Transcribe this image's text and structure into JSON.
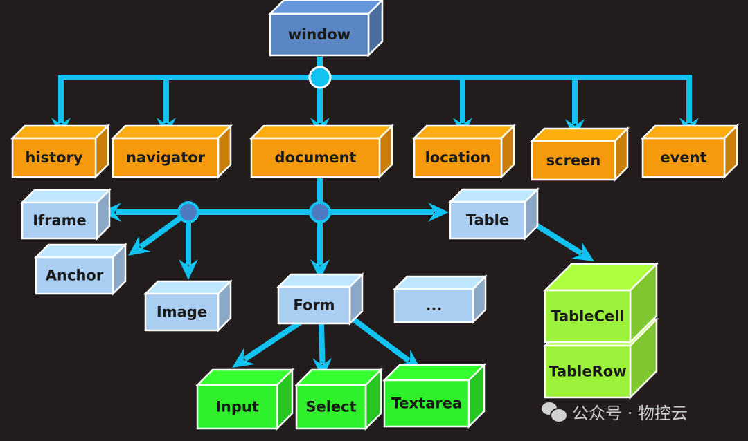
{
  "title": "BOM object hierarchy",
  "colors": {
    "background": "#221c1c",
    "connector": "#12c3f2",
    "window": "#5b86c4",
    "bom": "#f59a0c",
    "dom_light": "#aacdf2",
    "form_controls": "#2ff02a",
    "table_parts": "#9cf23a",
    "junction_dark": "#4f79c0"
  },
  "nodes": {
    "window": "window",
    "history": "history",
    "navigator": "navigator",
    "document": "document",
    "location": "location",
    "screen": "screen",
    "event": "event",
    "iframe": "Iframe",
    "anchor": "Anchor",
    "image": "Image",
    "form": "Form",
    "more": "...",
    "table": "Table",
    "tablecell": "TableCell",
    "tablerow": "TableRow",
    "input": "Input",
    "select": "Select",
    "textarea": "Textarea"
  },
  "watermark": "公众号 · 物控云"
}
